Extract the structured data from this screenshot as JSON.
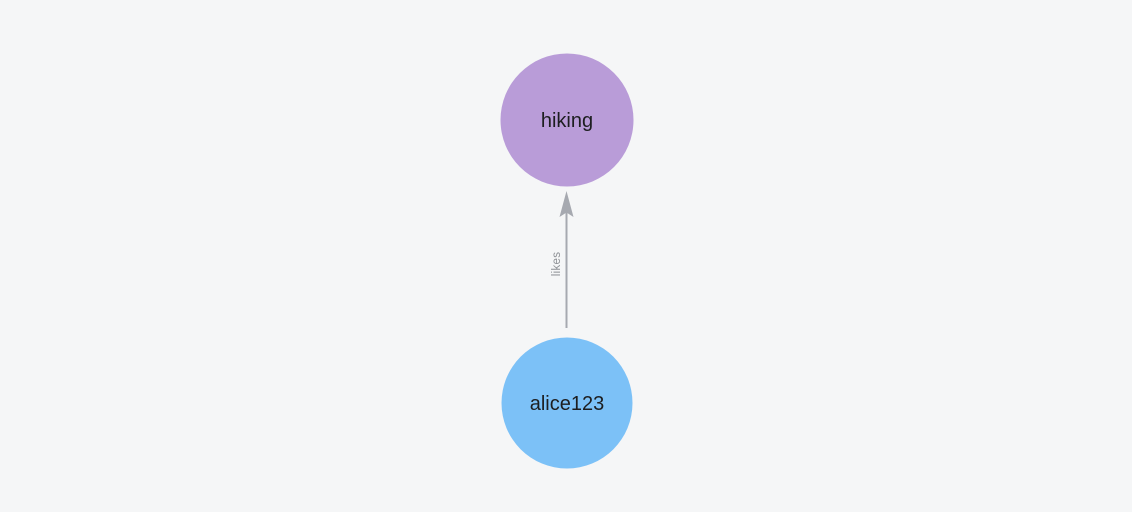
{
  "canvas": {
    "background": "#f5f6f7"
  },
  "graph": {
    "nodes": [
      {
        "id": "hiking",
        "label": "hiking",
        "color": "#b99cd8",
        "text_color": "#1d1e20"
      },
      {
        "id": "alice123",
        "label": "alice123",
        "color": "#7cc1f7",
        "text_color": "#1d1e20"
      }
    ],
    "edges": [
      {
        "from": "alice123",
        "to": "hiking",
        "label": "likes",
        "color": "#a6a9b0",
        "label_color": "#8d9095"
      }
    ]
  }
}
